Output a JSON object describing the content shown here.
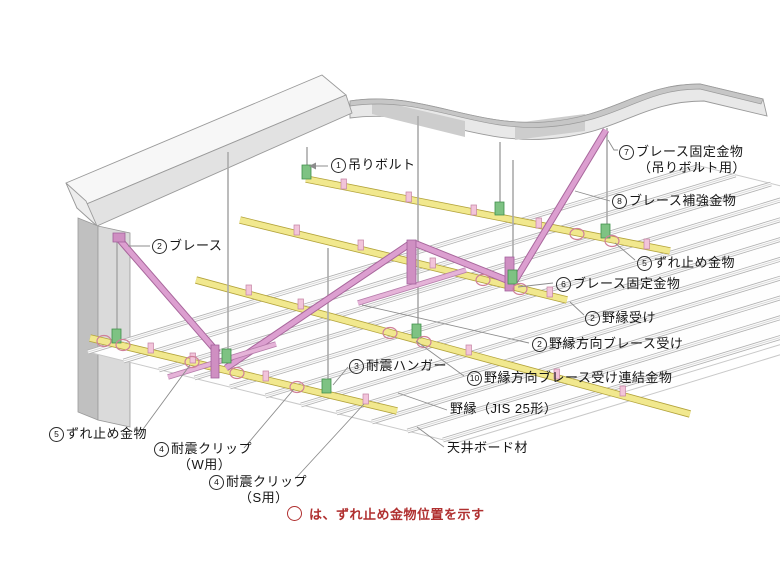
{
  "legend": {
    "symbol": "circle-marker",
    "text": "は、ずれ止め金物位置を示す",
    "color": "#b03030"
  },
  "labels": [
    {
      "id": "hanging-bolt",
      "num": "1",
      "text": "吊りボルト"
    },
    {
      "id": "brace",
      "num": "2",
      "text": "ブレース"
    },
    {
      "id": "brace-fixing-for-bolt",
      "num": "7",
      "text": "ブレース固定金物",
      "text2": "（吊りボルト用）"
    },
    {
      "id": "brace-reinforcing",
      "num": "8",
      "text": "ブレース補強金物"
    },
    {
      "id": "slip-stop-right",
      "num": "5",
      "text": "ずれ止め金物"
    },
    {
      "id": "brace-fixing",
      "num": "6",
      "text": "ブレース固定金物"
    },
    {
      "id": "nobuchi-uke",
      "num": "2",
      "text": "野縁受け"
    },
    {
      "id": "nobuchi-dir-brace-uke",
      "num": "2",
      "text": "野縁方向ブレース受け"
    },
    {
      "id": "seismic-hanger",
      "num": "3",
      "text": "耐震ハンガー"
    },
    {
      "id": "brace-uke-connector",
      "num": "10",
      "text": "野縁方向ブレース受け連結金物"
    },
    {
      "id": "nobuchi",
      "num": "",
      "text": "野縁（JIS 25形）"
    },
    {
      "id": "ceiling-board",
      "num": "",
      "text": "天井ボード材"
    },
    {
      "id": "slip-stop-left",
      "num": "5",
      "text": "ずれ止め金物"
    },
    {
      "id": "seismic-clip-w",
      "num": "4",
      "text": "耐震クリップ",
      "text2": "（W用）"
    },
    {
      "id": "seismic-clip-s",
      "num": "4",
      "text": "耐震クリップ",
      "text2": "（S用）"
    }
  ],
  "colors": {
    "brace_pink": "#d79cc8",
    "channel_yellow": "#f1e88e",
    "hanger_green": "#7ec283",
    "marker_pink": "#cf8099",
    "legend_red": "#b03030",
    "concrete_grey": "#e2e2e2"
  }
}
